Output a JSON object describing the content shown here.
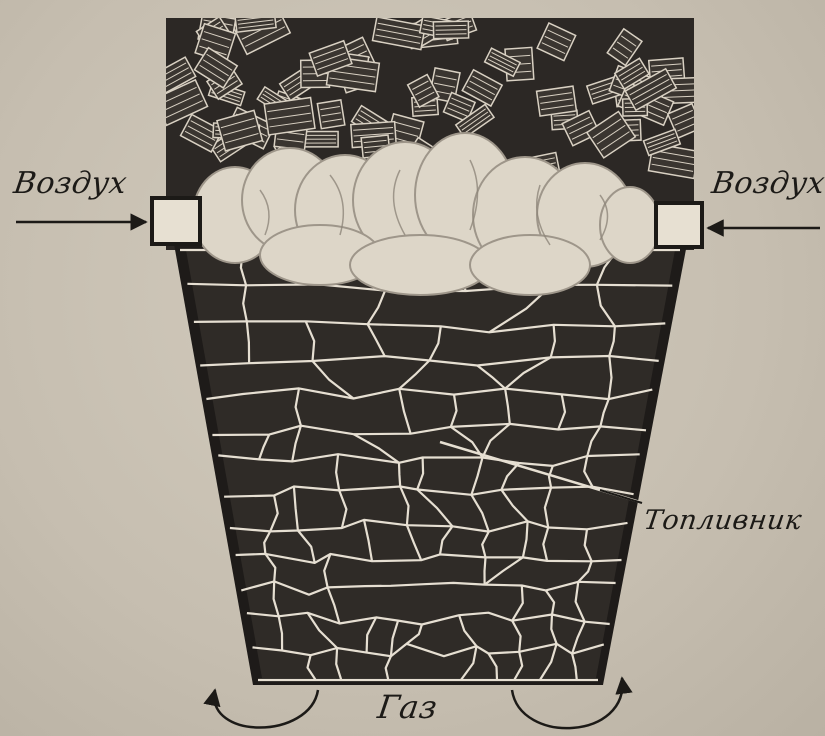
{
  "labels": {
    "air_left": "Воздух",
    "air_right": "Воздух",
    "fuel_bed": "Топливник",
    "gas": "Газ"
  },
  "colors": {
    "background": "#c9c1b3",
    "ink": "#1c1a17",
    "fuel_dark": "#2a2623",
    "flame": "#ddd6c8",
    "crack": "#e6dfd2"
  },
  "icons": [
    "air-inlet-left-icon",
    "air-inlet-right-icon",
    "air-arrow-left-icon",
    "air-arrow-right-icon",
    "gas-outlet-left-arrow-icon",
    "gas-outlet-right-arrow-icon"
  ]
}
